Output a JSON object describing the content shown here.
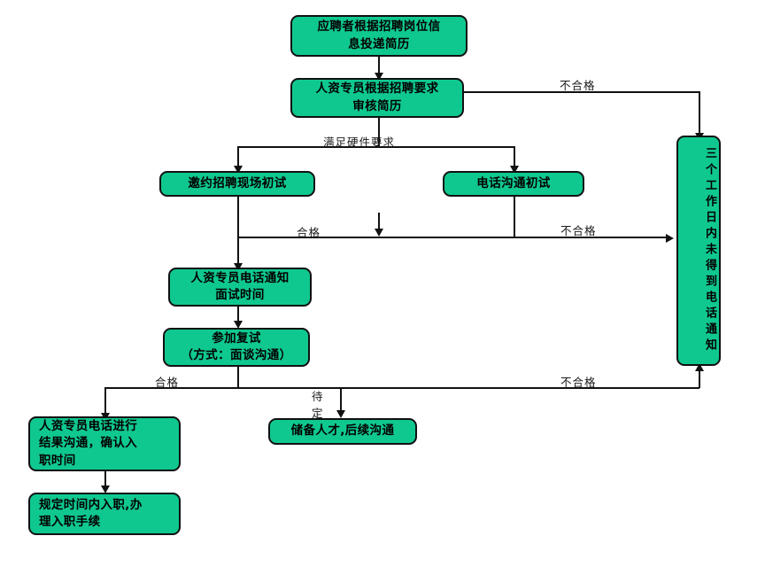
{
  "diagram": {
    "title": "招聘流程图",
    "type": "flowchart",
    "colors": {
      "node_fill": "#0FC890",
      "node_border": "#111111",
      "connector": "#111111",
      "canvas_background": "#ffffff",
      "label_text": "#1a1a1a"
    },
    "nodes": [
      {
        "id": "n1",
        "label": "应聘者根据招聘岗位信\n息投递简历"
      },
      {
        "id": "n2",
        "label": "人资专员根据招聘要求\n审核简历"
      },
      {
        "id": "n3",
        "label": "邀约招聘现场初试"
      },
      {
        "id": "n4",
        "label": "电话沟通初试"
      },
      {
        "id": "n5",
        "label": "人资专员电话通知\n面试时间"
      },
      {
        "id": "n6",
        "label": "参加复试\n（方式：面谈沟通）"
      },
      {
        "id": "n7",
        "label": "人资专员电话进行\n结果沟通，确认入\n职时间"
      },
      {
        "id": "n8",
        "label": "规定时间内入职,办\n理入职手续"
      },
      {
        "id": "n9",
        "label": "储备人才,后续沟通"
      },
      {
        "id": "n10",
        "label": "三个工作日内未得到电话通知"
      }
    ],
    "edge_labels": [
      {
        "id": "e1",
        "label": "不合格"
      },
      {
        "id": "e2",
        "label": "满足硬件要求"
      },
      {
        "id": "e3",
        "label": "合格"
      },
      {
        "id": "e4",
        "label": "不合格"
      },
      {
        "id": "e5",
        "label": "合格"
      },
      {
        "id": "e6",
        "label": "待\n定"
      },
      {
        "id": "e7",
        "label": "不合格"
      }
    ]
  }
}
